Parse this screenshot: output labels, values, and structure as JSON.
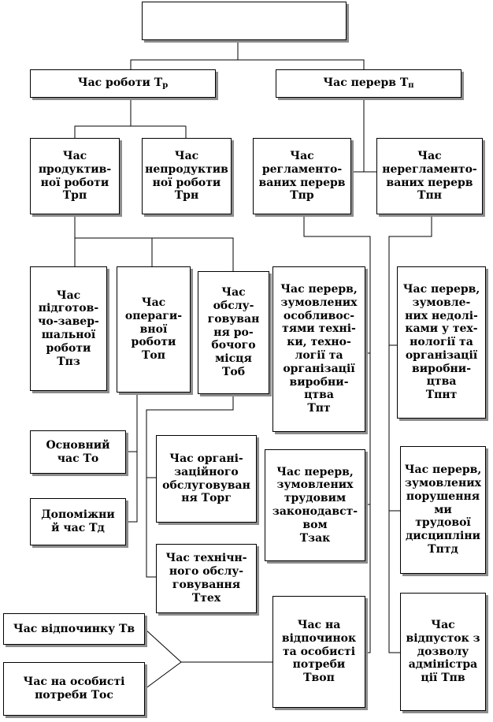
{
  "diagram": {
    "root": {
      "label": ""
    },
    "work_time": {
      "label": "Час роботи Т",
      "sub": "р"
    },
    "break_time": {
      "label": "Час перерв Т",
      "sub": "п"
    },
    "productive": {
      "label": "Час\nпродуктив-\nної роботи\nТрп"
    },
    "unproductive": {
      "label": "Час\nнепродуктив\nної роботи\nТрн"
    },
    "regulated": {
      "label": "Час\nрегламенто-\nваних перерв\nТпр"
    },
    "unregulated": {
      "label": "Час\nнерегламенто-\nваних перерв\nТпн"
    },
    "preparatory": {
      "label": "Час\nпідготов-\nчо-завер-\nшальної\nроботи\nТпз"
    },
    "operative": {
      "label": "Час\nопераги-\nвної\nроботи\nТоп"
    },
    "workplace_service": {
      "label": "Час\nобслу-\nговуван\nня ро-\nбочого\nмісця\nТоб"
    },
    "main_time": {
      "label": "Основний\nчас То"
    },
    "auxiliary_time": {
      "label": "Допоміжни\nй час Тд"
    },
    "organizational": {
      "label": "Час органі-\nзаційного\nобслуговуван\nня          Торг"
    },
    "technical": {
      "label": "Час технічн-\nного обслу-\nговування\nТтех"
    },
    "rest": {
      "label": "Час відпочинку Тв"
    },
    "personal": {
      "label": "Час на особисті\nпотреби Тос"
    },
    "tech_breaks": {
      "label": "Час перерв,\nзумовлених\nособливос-\nтями техні-\nки, техно-\nлогії та\nорганізації\nвиробни-\nцтва\nТпт"
    },
    "labor_law_breaks": {
      "label": "Час перерв,\nзумовлених\nтрудовим\nзаконодавст-\nвом\nТзак"
    },
    "rest_personal": {
      "label": "Час на\nвідпочинок\nта особисті\nпотреби\nТвоп"
    },
    "deficiency_breaks": {
      "label": "Час перерв,\nзумовле-\nних недолі-\nками у тех-\nнології та\nорганізації\nвиробни-\nцтва\nТпнт"
    },
    "discipline_breaks": {
      "label": "Час перерв,\nзумовлених\nпорушення\nми\nтрудової\nдисципліни\nТптд"
    },
    "leave": {
      "label": "Час\nвідпусток з\nдозволу\nадміністра\nції Тпв"
    }
  }
}
